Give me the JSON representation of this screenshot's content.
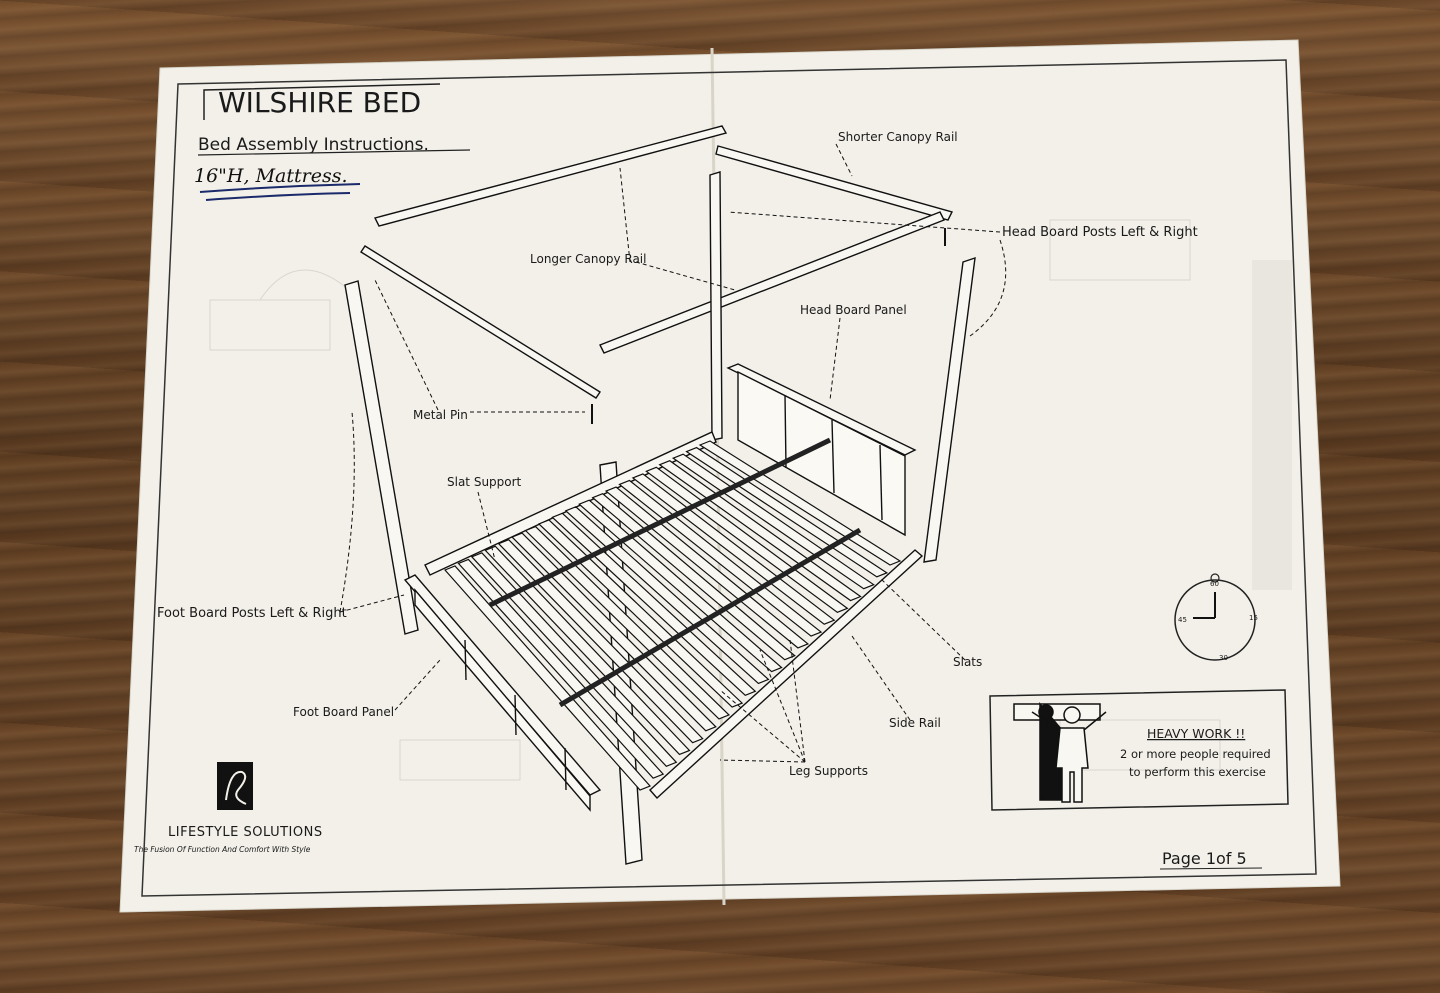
{
  "document": {
    "title": "WILSHIRE  BED",
    "subtitle": "Bed Assembly Instructions.",
    "handwritten_note": "16\"H, Mattress."
  },
  "labels": {
    "shorter_canopy_rail": "Shorter Canopy Rail",
    "longer_canopy_rail": "Longer Canopy Rail",
    "head_board_posts": "Head Board Posts Left & Right",
    "head_board_panel": "Head Board Panel",
    "metal_pin": "Metal Pin",
    "slat_support": "Slat Support",
    "foot_board_posts": "Foot Board Posts Left & Right",
    "foot_board_panel": "Foot  Board Panel",
    "slats": "Slats",
    "side_rail": "Side Rail",
    "leg_supports": "Leg Supports"
  },
  "clock": {
    "marks": [
      "60",
      "15",
      "30",
      "45"
    ]
  },
  "warning": {
    "heading": "HEAVY WORK !!",
    "line1": "2 or more people required",
    "line2": "to perform this exercise"
  },
  "brand": {
    "name": "LIFESTYLE SOLUTIONS",
    "tagline": "The Fusion Of Function And Comfort With Style"
  },
  "page_indicator": "Page 1of 5",
  "colors": {
    "paper": "#f3f1ea",
    "ink": "#1a1a1a",
    "table": "#6b4a2b"
  }
}
